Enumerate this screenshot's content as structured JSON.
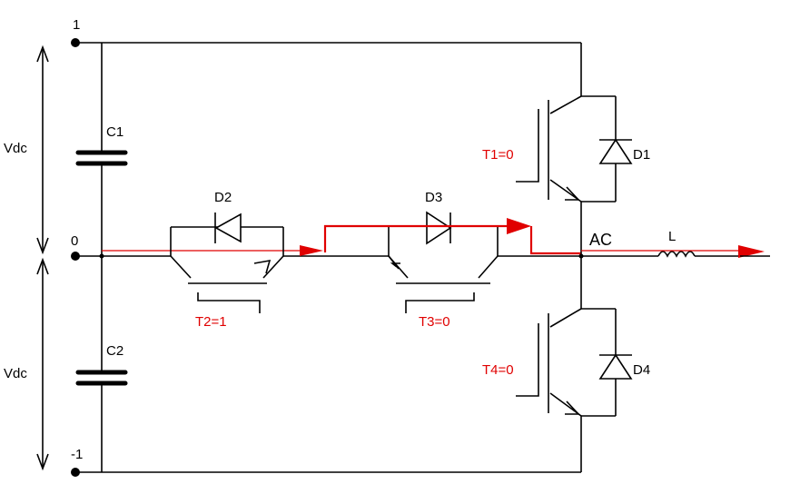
{
  "colors": {
    "wire": "#000000",
    "active_path": "#e00000",
    "state_label": "#e00000",
    "background": "#ffffff"
  },
  "nodes": {
    "top": "1",
    "mid": "0",
    "bottom": "-1",
    "ac": "AC"
  },
  "sources": {
    "upper_voltage": "Vdc",
    "lower_voltage": "Vdc"
  },
  "capacitors": {
    "c1": "C1",
    "c2": "C2"
  },
  "diodes": {
    "d1": "D1",
    "d2": "D2",
    "d3": "D3",
    "d4": "D4"
  },
  "transistors": {
    "t1": "T1=0",
    "t2": "T2=1",
    "t3": "T3=0",
    "t4": "T4=0"
  },
  "inductor": "L",
  "icons": {
    "capacitor": "capacitor-icon",
    "diode": "diode-icon",
    "igbt": "igbt-icon",
    "inductor": "inductor-icon",
    "arrow": "current-arrow-icon"
  }
}
